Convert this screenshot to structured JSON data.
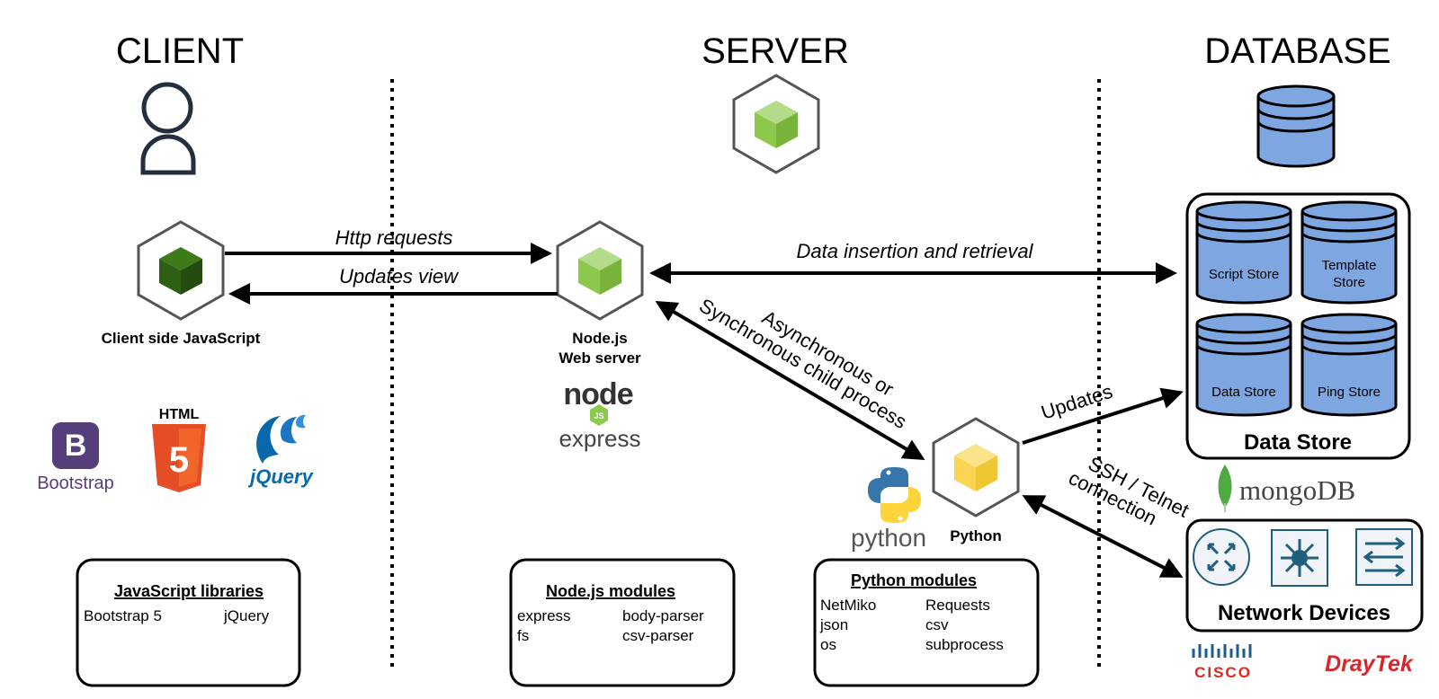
{
  "columns": {
    "client": "CLIENT",
    "server": "SERVER",
    "database": "DATABASE"
  },
  "nodes": {
    "client_js": "Client side JavaScript",
    "node_server_line1": "Node.js",
    "node_server_line2": "Web server",
    "python": "Python"
  },
  "arrows": {
    "http_requests": "Http requests",
    "updates_view": "Updates view",
    "data_insertion": "Data insertion and retrieval",
    "async_line1": "Asynchronous or",
    "async_line2": "Synchronous child process",
    "updates": "Updates",
    "ssh_line1": "SSH / Telnet",
    "ssh_line2": "connection"
  },
  "data_store": {
    "title": "Data Store",
    "stores": [
      {
        "line1": "Script Store",
        "line2": ""
      },
      {
        "line1": "Template",
        "line2": "Store"
      },
      {
        "line1": "Data Store",
        "line2": ""
      },
      {
        "line1": "Ping Store",
        "line2": ""
      }
    ]
  },
  "network_devices": {
    "title": "Network Devices"
  },
  "logos": {
    "bootstrap_letter": "B",
    "bootstrap": "Bootstrap",
    "html": "HTML",
    "html5_digit": "5",
    "jquery": "jQuery",
    "node": "node",
    "node_js": "JS",
    "express": "express",
    "python": "python",
    "mongodb": "mongoDB",
    "cisco": "CISCO",
    "draytek": "DrayTek"
  },
  "boxes": {
    "js_libraries": {
      "title": "JavaScript libraries",
      "items": [
        "Bootstrap 5",
        "jQuery"
      ]
    },
    "node_modules": {
      "title": "Node.js modules",
      "items": [
        "express",
        "body-parser",
        "fs",
        "csv-parser"
      ]
    },
    "python_modules": {
      "title": "Python modules",
      "items": [
        "NetMiko",
        "Requests",
        "json",
        "csv",
        "os",
        "subprocess"
      ]
    }
  },
  "colors": {
    "node_green": "#8CC84B",
    "dark_green": "#2E6013",
    "python_yellow": "#F9D553",
    "db_blue": "#7EA6E0",
    "device_blue": "#1F5E7E",
    "html_orange": "#E44D26",
    "bootstrap_purple": "#563D7C",
    "jquery_blue": "#0868AC",
    "mongo_green": "#4FAA41",
    "cisco_red": "#E1251B",
    "draytek_red": "#D8262C"
  }
}
